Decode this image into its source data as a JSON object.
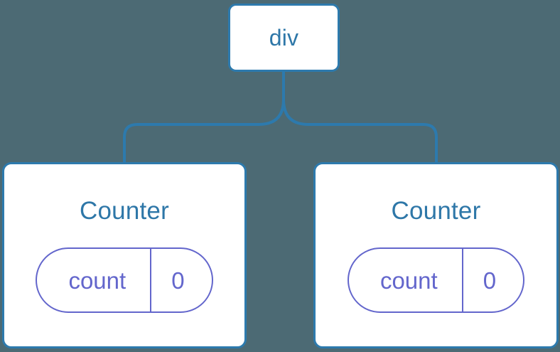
{
  "diagram": {
    "type": "component-tree",
    "background_color": "#4c6a74",
    "node_border_color": "#2d7aad",
    "node_text_color": "#2e77a8",
    "state_pill_color": "#6366cc",
    "edge_color": "#2d7aad"
  },
  "root": {
    "label": "div"
  },
  "children": [
    {
      "label": "Counter",
      "state": {
        "key": "count",
        "value": "0"
      }
    },
    {
      "label": "Counter",
      "state": {
        "key": "count",
        "value": "0"
      }
    }
  ]
}
